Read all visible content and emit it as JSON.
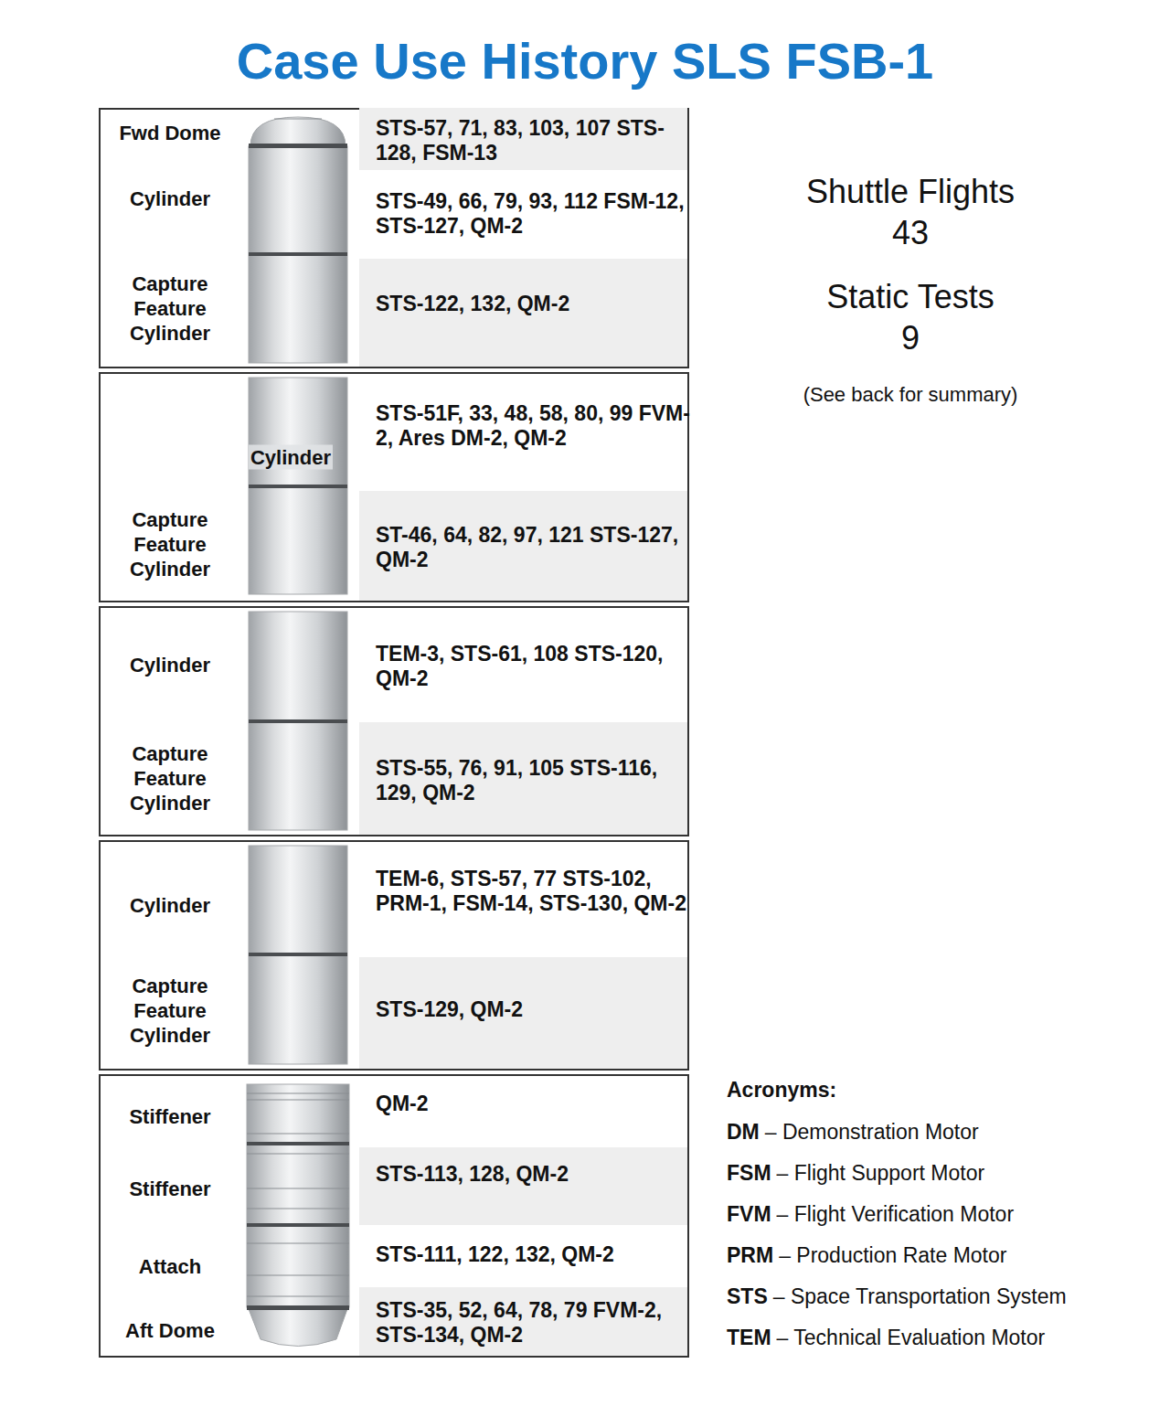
{
  "diagram": {
    "title": "Case Use History SLS FSB-1",
    "nodes": [
      {
        "text": [
          "Fwd Dome",
          "STS-57, 71, 83, 103, 107 STS-128, FSM-13",
          "Cylinder",
          "STS-49, 66, 79, 93, 112 FSM-12, STS-127, QM-2",
          "Capture Feature Cylinder",
          "STS-122, 132, QM-2"
        ]
      },
      {
        "text": [
          "Cylinder",
          "STS-51F, 33, 48, 58, 80, 99 FVM-2, Ares DM-2, QM-2",
          "Capture Feature Cylinder",
          "ST-46, 64, 82, 97, 121 STS-127, QM-2"
        ]
      },
      {
        "text": [
          "Cylinder",
          "TEM-3, STS-61, 108 STS-120, QM-2",
          "Capture Feature Cylinder",
          "STS-55, 76, 91, 105 STS-116, 129, QM-2"
        ]
      },
      {
        "text": [
          "Cylinder",
          "TEM-6, STS-57, 77 STS-102, PRM-1, FSM-14, STS-130, QM-2",
          "Capture Feature Cylinder",
          "STS-129, QM-2"
        ]
      },
      {
        "text": [
          "Stiffener",
          "QM-2",
          "Stiffener",
          "STS-113, 128, QM-2",
          "Attach",
          "STS-111, 122, 132, QM-2",
          "Aft Dome",
          "STS-35, 52, 64, 78, 79 FVM-2, STS-134, QM-2"
        ]
      }
    ],
    "labels": [
      "Shuttle Flights",
      "43",
      "Static Tests",
      "9",
      "(See back for summary)",
      "Acronyms:",
      "DM",
      "– Demonstration Motor",
      "FSM",
      "– Flight Support Motor",
      "FVM",
      "– Flight Verification Motor",
      "PRM",
      "– Production Rate Motor",
      "STS",
      "– Space Transportation System",
      "TEM",
      "– Technical Evaluation Motor"
    ]
  }
}
